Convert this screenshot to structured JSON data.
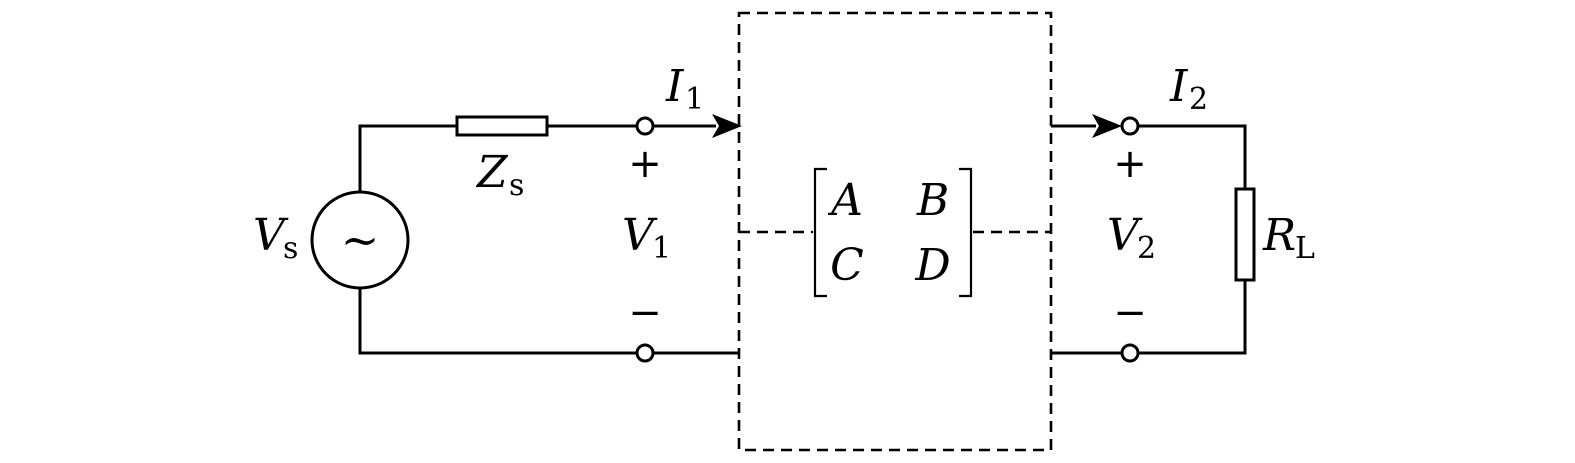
{
  "labels": {
    "source_voltage": {
      "main": "V",
      "sub": "s"
    },
    "source_impedance": {
      "main": "Z",
      "sub": "s"
    },
    "input_current": {
      "main": "I",
      "sub": "1"
    },
    "output_current": {
      "main": "I",
      "sub": "2"
    },
    "input_voltage": {
      "main": "V",
      "sub": "1"
    },
    "output_voltage": {
      "main": "V",
      "sub": "2"
    },
    "load_resistance": {
      "main": "R",
      "sub": "L"
    },
    "plus_sign": "+",
    "minus_sign": "−",
    "ac_symbol": "~"
  },
  "matrix": {
    "a": "A",
    "b": "B",
    "c": "C",
    "d": "D"
  }
}
